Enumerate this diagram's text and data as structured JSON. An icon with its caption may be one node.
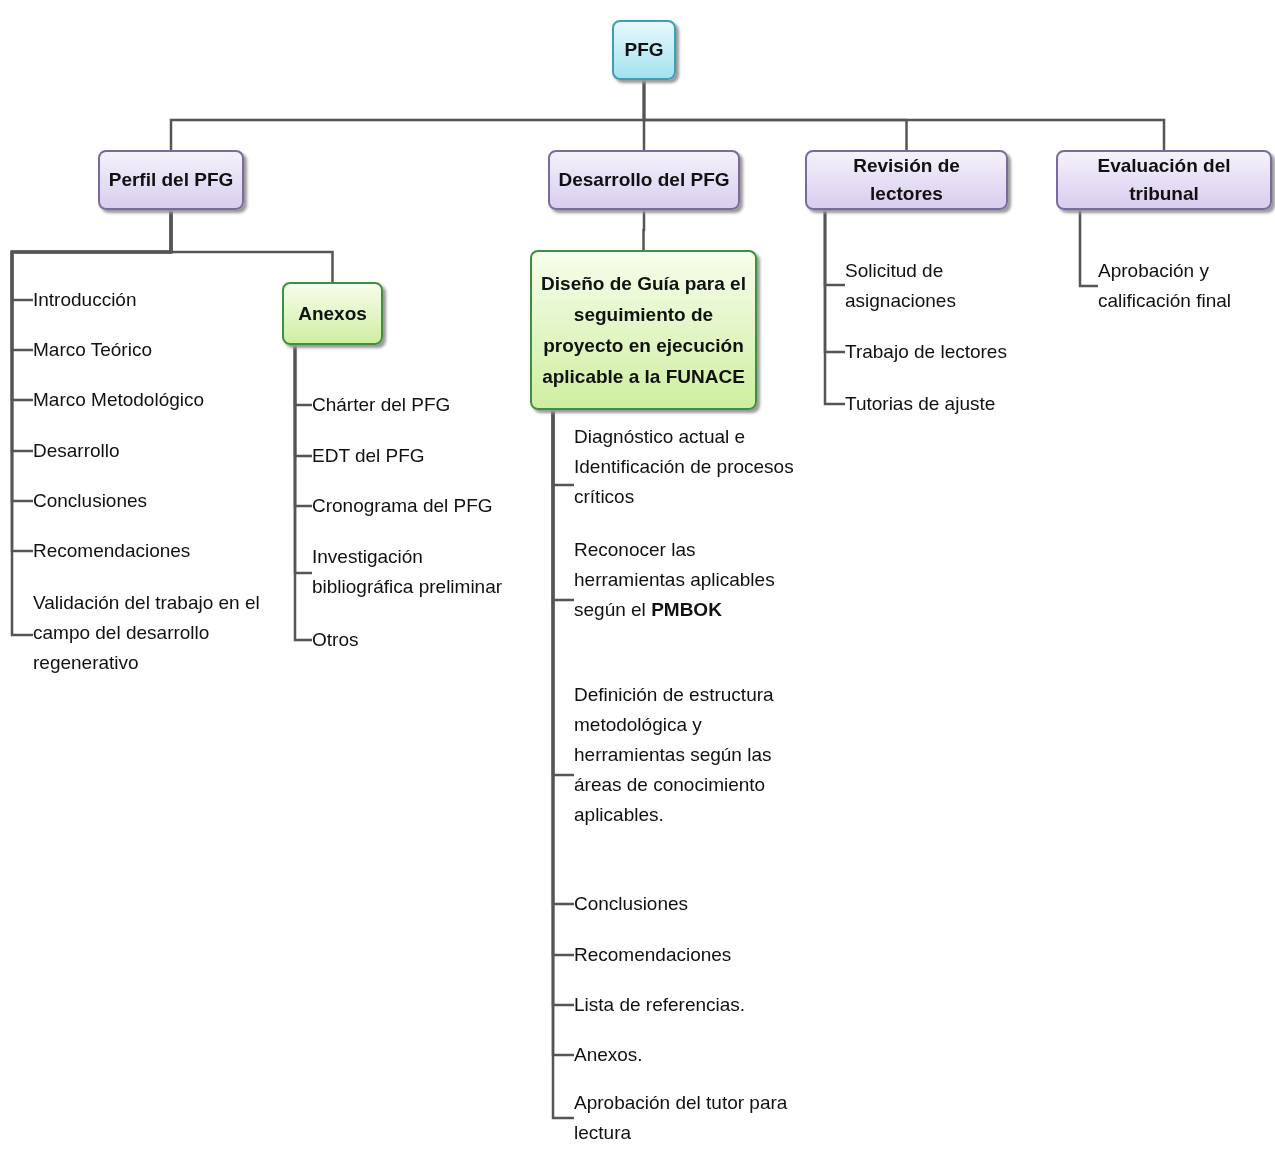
{
  "diagram": {
    "nodes": [
      {
        "text": [
          "PFG"
        ]
      },
      {
        "text": [
          "Perfil del PFG"
        ]
      },
      {
        "text": [
          "Desarrollo del PFG"
        ]
      },
      {
        "text": [
          "Revisión de lectores"
        ]
      },
      {
        "text": [
          "Evaluación del tribunal"
        ]
      },
      {
        "text": [
          "Introducción"
        ]
      },
      {
        "text": [
          "Marco Teórico"
        ]
      },
      {
        "text": [
          "Marco Metodológico"
        ]
      },
      {
        "text": [
          "Desarrollo"
        ]
      },
      {
        "text": [
          "Conclusiones"
        ]
      },
      {
        "text": [
          "Recomendaciones"
        ]
      },
      {
        "text": [
          "Validación del trabajo en el campo del desarrollo regenerativo"
        ]
      },
      {
        "text": [
          "Anexos"
        ]
      },
      {
        "text": [
          "Chárter del PFG"
        ]
      },
      {
        "text": [
          "EDT del PFG"
        ]
      },
      {
        "text": [
          "Cronograma del PFG"
        ]
      },
      {
        "text": [
          "Investigación bibliográfica preliminar"
        ]
      },
      {
        "text": [
          "Otros"
        ]
      },
      {
        "text": [
          "Diseño de Guía para el seguimiento de proyecto en ejecución aplicable a la FUNACE"
        ]
      },
      {
        "text": [
          "Diagnóstico actual e Identificación de procesos críticos"
        ]
      },
      {
        "text": [
          "Reconocer las herramientas aplicables según el **PMBOK**"
        ]
      },
      {
        "text": [
          "Definición de estructura metodológica y herramientas según las áreas de conocimiento aplicables."
        ]
      },
      {
        "text": [
          "Conclusiones"
        ]
      },
      {
        "text": [
          "Recomendaciones"
        ]
      },
      {
        "text": [
          "Lista de referencias."
        ]
      },
      {
        "text": [
          "Anexos."
        ]
      },
      {
        "text": [
          "Aprobación del tutor para lectura"
        ]
      },
      {
        "text": [
          "Solicitud de asignaciones"
        ]
      },
      {
        "text": [
          "Trabajo de lectores"
        ]
      },
      {
        "text": [
          "Tutorias de ajuste"
        ]
      },
      {
        "text": [
          "Aprobación y calificación final"
        ]
      }
    ],
    "edges": [
      {
        "from": 0,
        "to": 1,
        "arrow": "none"
      },
      {
        "from": 0,
        "to": 2,
        "arrow": "none"
      },
      {
        "from": 0,
        "to": 3,
        "arrow": "none"
      },
      {
        "from": 0,
        "to": 4,
        "arrow": "none"
      },
      {
        "from": 1,
        "to": 5,
        "arrow": "none"
      },
      {
        "from": 1,
        "to": 6,
        "arrow": "none"
      },
      {
        "from": 1,
        "to": 7,
        "arrow": "none"
      },
      {
        "from": 1,
        "to": 8,
        "arrow": "none"
      },
      {
        "from": 1,
        "to": 9,
        "arrow": "none"
      },
      {
        "from": 1,
        "to": 10,
        "arrow": "none"
      },
      {
        "from": 1,
        "to": 11,
        "arrow": "none"
      },
      {
        "from": 1,
        "to": 12,
        "arrow": "none"
      },
      {
        "from": 12,
        "to": 13,
        "arrow": "none"
      },
      {
        "from": 12,
        "to": 14,
        "arrow": "none"
      },
      {
        "from": 12,
        "to": 15,
        "arrow": "none"
      },
      {
        "from": 12,
        "to": 16,
        "arrow": "none"
      },
      {
        "from": 12,
        "to": 17,
        "arrow": "none"
      },
      {
        "from": 2,
        "to": 18,
        "arrow": "none"
      },
      {
        "from": 18,
        "to": 19,
        "arrow": "none"
      },
      {
        "from": 18,
        "to": 20,
        "arrow": "none"
      },
      {
        "from": 18,
        "to": 21,
        "arrow": "none"
      },
      {
        "from": 18,
        "to": 22,
        "arrow": "none"
      },
      {
        "from": 18,
        "to": 23,
        "arrow": "none"
      },
      {
        "from": 18,
        "to": 24,
        "arrow": "none"
      },
      {
        "from": 18,
        "to": 25,
        "arrow": "none"
      },
      {
        "from": 18,
        "to": 26,
        "arrow": "none"
      },
      {
        "from": 3,
        "to": 27,
        "arrow": "none"
      },
      {
        "from": 3,
        "to": 28,
        "arrow": "none"
      },
      {
        "from": 3,
        "to": 29,
        "arrow": "none"
      },
      {
        "from": 4,
        "to": 30,
        "arrow": "none"
      }
    ]
  }
}
